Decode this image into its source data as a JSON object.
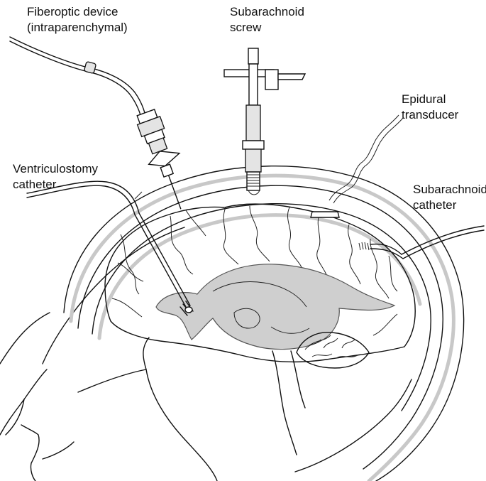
{
  "labels": {
    "fiberoptic": {
      "line1": "Fiberoptic device",
      "line2": "(intraparenchymal)"
    },
    "screw": {
      "line1": "Subarachnoid",
      "line2": "screw"
    },
    "epidural": {
      "line1": "Epidural",
      "line2": "transducer"
    },
    "ventriculostomy": {
      "line1": "Ventriculostomy",
      "line2": "catheter"
    },
    "subarachnoid_catheter": {
      "line1": "Subarachnoid",
      "line2": "catheter"
    }
  },
  "colors": {
    "line": "#111111",
    "meninges": "#c8c8c8",
    "ventricle": "#cfcfcf",
    "background": "#ffffff"
  }
}
